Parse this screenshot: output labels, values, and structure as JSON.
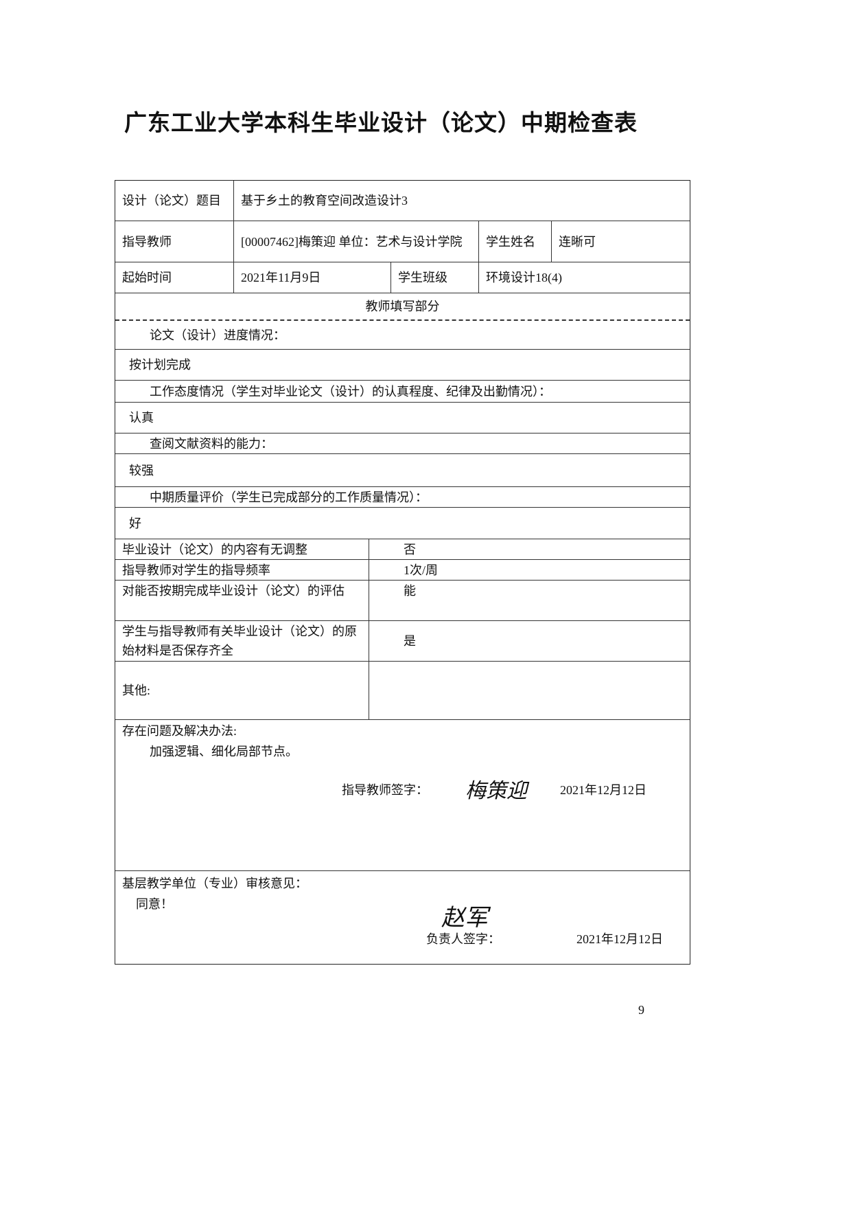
{
  "title": "广东工业大学本科生毕业设计（论文）中期检查表",
  "header": {
    "topic_label": "设计（论文）题目",
    "topic_value": "基于乡土的教育空间改造设计3",
    "advisor_label": "指导教师",
    "advisor_value": "[00007462]梅策迎  单位：艺术与设计学院",
    "student_name_label": "学生姓名",
    "student_name_value": "连晰可",
    "start_label": "起始时间",
    "start_value": "2021年11月9日",
    "class_label": "学生班级",
    "class_value": "环境设计18(4)"
  },
  "teacher_section": {
    "heading": "教师填写部分",
    "progress_label": "论文（设计）进度情况：",
    "progress_value": "按计划完成",
    "attitude_label": "工作态度情况（学生对毕业论文（设计）的认真程度、纪律及出勤情况）：",
    "attitude_value": "认真",
    "literature_label": "查阅文献资料的能力：",
    "literature_value": "较强",
    "quality_label": "中期质量评价（学生已完成部分的工作质量情况）：",
    "quality_value": "好"
  },
  "checks": [
    {
      "label": "毕业设计（论文）的内容有无调整",
      "value": "否"
    },
    {
      "label": "指导教师对学生的指导频率",
      "value": "1次/周"
    },
    {
      "label": "对能否按期完成毕业设计（论文）的评估",
      "value": "能"
    },
    {
      "label": "学生与指导教师有关毕业设计（论文）的原始材料是否保存齐全",
      "value": "是"
    },
    {
      "label": "其他:",
      "value": ""
    }
  ],
  "problems": {
    "label": "存在问题及解决办法:",
    "value": "加强逻辑、细化局部节点。",
    "sign_label": "指导教师签字：",
    "signature": "梅策迎",
    "date": "2021年12月12日"
  },
  "review": {
    "label": "基层教学单位（专业）审核意见：",
    "value": "同意！",
    "sign_label": "负责人签字：",
    "signature": "赵军",
    "date": "2021年12月12日"
  },
  "page_number": "9"
}
